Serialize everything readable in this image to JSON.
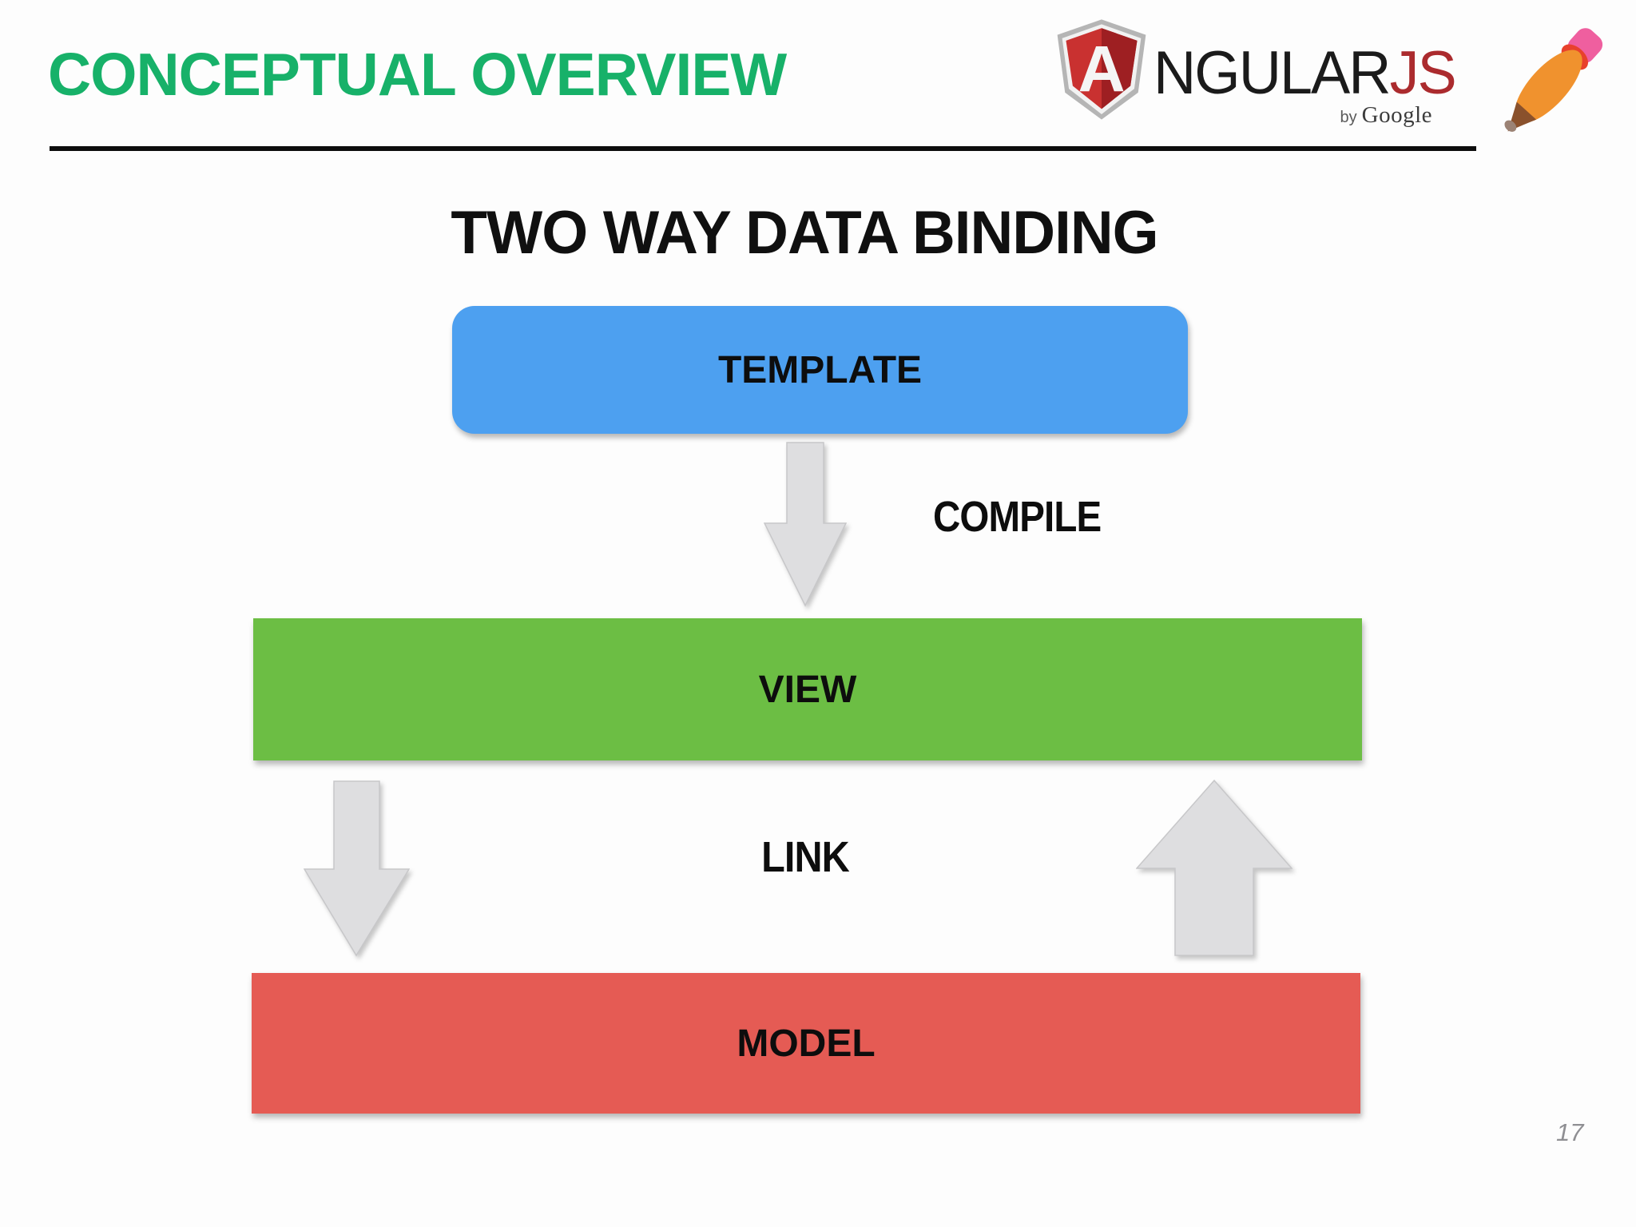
{
  "slide": {
    "title": "CONCEPTUAL OVERVIEW",
    "page_number": "17",
    "title_color": "#17b169",
    "background": "#fdfdfd",
    "underline_color": "#0d0d0d"
  },
  "logo": {
    "shield_letter": "A",
    "wordmark_black": "NGULAR",
    "wordmark_red": "JS",
    "byline_by": "by",
    "byline_brand": "Google",
    "shield_red_light": "#c93130",
    "shield_red_dark": "#9e1f22",
    "shield_rim_silver": "#b5b5b5",
    "js_red": "#ab2b2e"
  },
  "diagram": {
    "heading": "TWO WAY DATA BINDING",
    "nodes": [
      {
        "id": "template",
        "label": "TEMPLATE",
        "color": "#4da0f0",
        "shape": "rounded"
      },
      {
        "id": "view",
        "label": "VIEW",
        "color": "#6cbe44",
        "shape": "rect"
      },
      {
        "id": "model",
        "label": "MODEL",
        "color": "#e55b54",
        "shape": "rect"
      }
    ],
    "edges": [
      {
        "id": "compile",
        "label": "COMPILE",
        "from": "TEMPLATE",
        "to": "VIEW",
        "direction": "down"
      },
      {
        "id": "link",
        "label": "LINK",
        "from": "VIEW",
        "to": "MODEL",
        "direction": "both"
      }
    ],
    "arrow_fill": "#dedee0"
  }
}
